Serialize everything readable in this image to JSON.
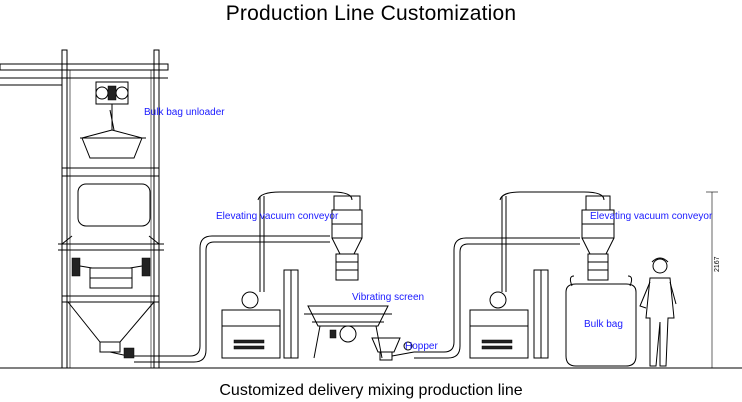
{
  "diagram": {
    "title": "Production Line Customization",
    "caption": "Customized delivery mixing production line",
    "label_color": "#1a1aff",
    "labels": {
      "bulk_bag_unloader": "Bulk bag unloader",
      "elevating_vacuum_conveyor_1": "Elevating vacuum conveyor",
      "elevating_vacuum_conveyor_2": "Elevating vacuum conveyor",
      "vibrating_screen": "Vibrating screen",
      "hopper": "Hopper",
      "bulk_bag": "Bulk bag"
    },
    "dimension": "2167"
  }
}
